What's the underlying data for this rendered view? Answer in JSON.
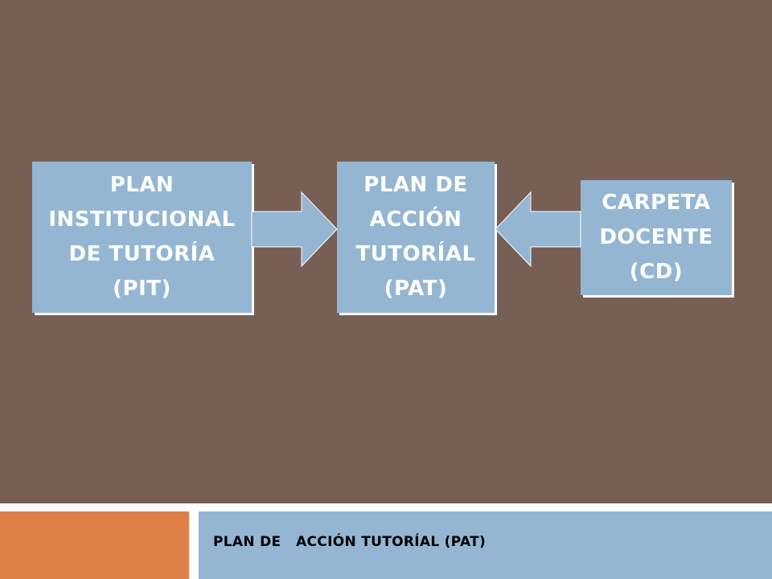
{
  "diagram": {
    "boxes": [
      {
        "id": "pit",
        "label": "PLAN\nINSTITUCIONAL\nDE TUTORÍA\n(PIT)"
      },
      {
        "id": "pat",
        "label": "PLAN DE\nACCIÓN\nTUTORÍAL\n(PAT)"
      },
      {
        "id": "cd",
        "label": "CARPETA\nDOCENTE\n(CD)"
      }
    ],
    "arrows": [
      {
        "from": "pit",
        "to": "pat"
      },
      {
        "from": "cd",
        "to": "pat"
      }
    ]
  },
  "footer": {
    "title": "PLAN DE   ACCIÓN TUTORÍAL (PAT)"
  },
  "colors": {
    "background": "#775f55",
    "box_fill": "#94b6d2",
    "accent_orange": "#dd8047",
    "text_white": "#ffffff"
  }
}
